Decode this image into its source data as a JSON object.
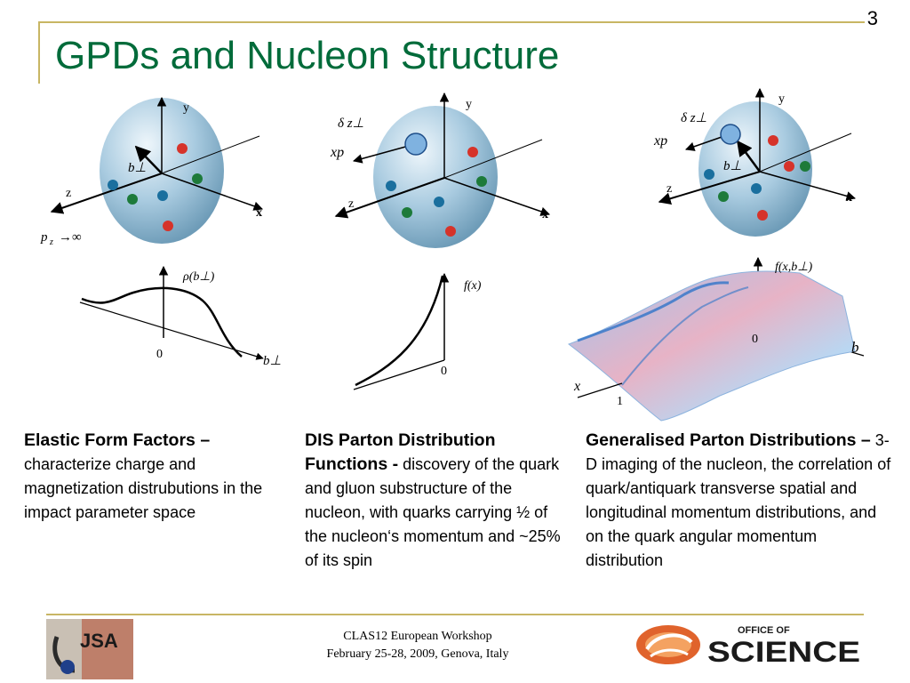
{
  "slide": {
    "number": "3",
    "title": "GPDs and Nucleon Structure"
  },
  "figures": {
    "fig1": {
      "py": "y",
      "z": "z",
      "x": "x",
      "b": "b⊥",
      "pz": "p",
      "pz_sub": "z",
      "pz_arrow": "→∞"
    },
    "fig2": {
      "py": "y",
      "z": "z",
      "x": "x",
      "dz": "δ z⊥",
      "xp": "xp"
    },
    "fig3": {
      "py": "y",
      "z": "z",
      "x": "x",
      "dz": "δ z⊥",
      "xp": "xp",
      "b": "b⊥"
    },
    "plot1": {
      "ylabel": "ρ(b⊥)",
      "zero": "0",
      "xlabel": "b⊥"
    },
    "plot2": {
      "ylabel": "f(x)",
      "zero": "0"
    },
    "plot3": {
      "ylabel": "f(x,b⊥)",
      "zero": "0",
      "x": "x",
      "one": "1",
      "b": "b"
    }
  },
  "columns": [
    {
      "head": "Elastic Form Factors –",
      "body": "characterize charge and magnetization distrubutions in the impact parameter space"
    },
    {
      "head": "DIS Parton Distribution Functions -",
      "body": " discovery of the quark and gluon substructure of the nucleon, with quarks carrying ½ of the nucleon‘s momentum and ~25% of its spin"
    },
    {
      "head": "Generalised Parton Distributions –",
      "body": " 3-D imaging of the nucleon, the correlation of quark/antiquark transverse spatial and longitudinal momentum distributions, and on the quark angular momentum distribution"
    }
  ],
  "footer": {
    "line1": "CLAS12 European Workshop",
    "line2": "February 25-28, 2009, Genova, Italy",
    "jsa_logo_text": "JSA",
    "science_office": "OFFICE OF",
    "science_word": "SCIENCE"
  }
}
